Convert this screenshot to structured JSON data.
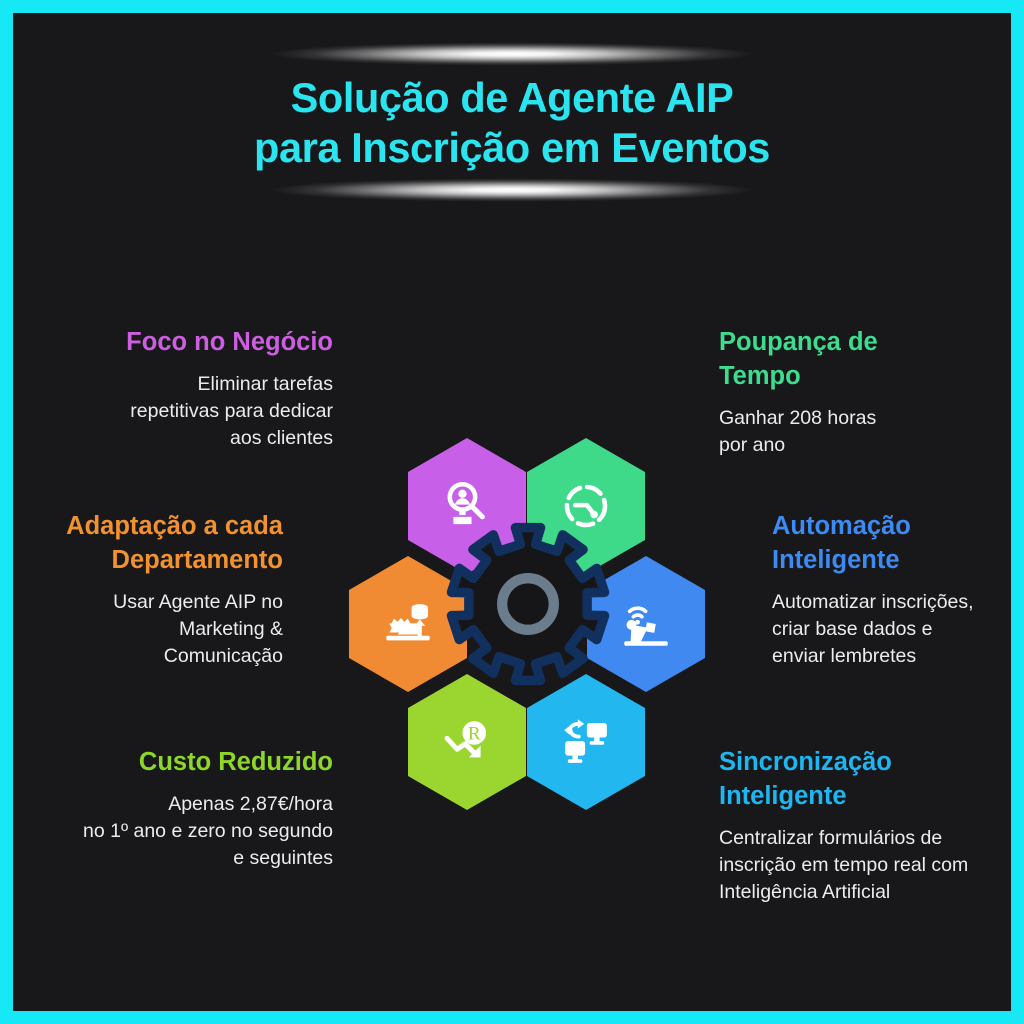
{
  "poster": {
    "border_color": "#16e8f5",
    "background_color": "#18181a",
    "title": "Solução de Agente AIP\npara Inscrição em Eventos",
    "title_color": "#2ae5f0"
  },
  "gear": {
    "outline_color": "#12305e",
    "body_color": "#161618",
    "hub_ring_color": "#6b7d8c"
  },
  "features": [
    {
      "id": "foco",
      "heading": "Foco no Negócio",
      "body": "Eliminar tarefas\nrepetitivas para dedicar\naos clientes",
      "color": "#cc5fe0",
      "icon": "person-search-icon",
      "hex_color": "#c85fe8"
    },
    {
      "id": "poupanca",
      "heading": "Poupança de\nTempo",
      "body": "Ganhar 208 horas\npor ano",
      "color": "#3ddc8f",
      "icon": "dashed-clock-icon",
      "hex_color": "#3fd98a"
    },
    {
      "id": "adaptacao",
      "heading": "Adaptação a cada\nDepartamento",
      "body": "Usar Agente AIP no\nMarketing &\nComunicação",
      "color": "#f2912f",
      "icon": "gears-data-upload-icon",
      "hex_color": "#f08b33"
    },
    {
      "id": "automacao",
      "heading": "Automação\nInteligente",
      "body": "Automatizar inscrições,\ncriar base dados e\nenviar lembretes",
      "color": "#3d8bf2",
      "icon": "robot-arm-wrench-icon",
      "hex_color": "#4089f0"
    },
    {
      "id": "custo",
      "heading": "Custo Reduzido",
      "body": "Apenas 2,87€/hora\nno 1º ano e zero no segundo\ne seguintes",
      "color": "#8ed62a",
      "icon": "cost-down-arrow-icon",
      "hex_color": "#9bd630"
    },
    {
      "id": "sincro",
      "heading": "Sincronização\nInteligente",
      "body": "Centralizar formulários de\ninscrição em tempo real com\nInteligência Artificial",
      "color": "#1eb6f0",
      "icon": "monitors-sync-icon",
      "hex_color": "#22b8ef"
    }
  ]
}
